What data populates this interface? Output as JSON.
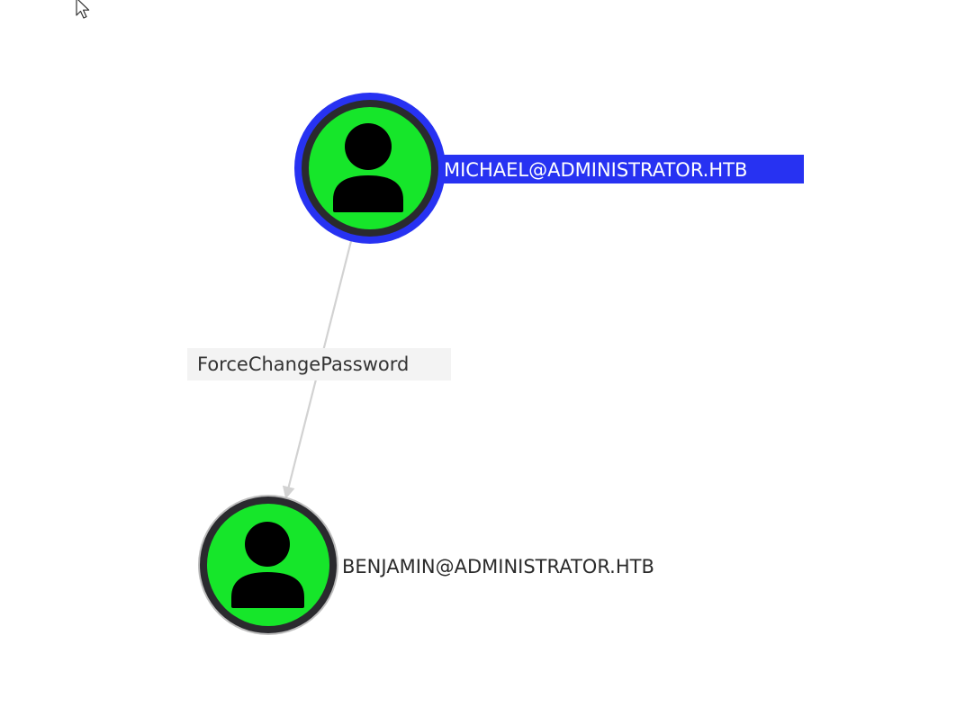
{
  "graph": {
    "nodes": [
      {
        "id": "michael",
        "label": "MICHAEL@ADMINISTRATOR.HTB",
        "type": "user",
        "selected": true,
        "icon": "user-icon"
      },
      {
        "id": "benjamin",
        "label": "BENJAMIN@ADMINISTRATOR.HTB",
        "type": "user",
        "selected": false,
        "icon": "user-icon"
      }
    ],
    "edges": [
      {
        "source": "michael",
        "target": "benjamin",
        "label": "ForceChangePassword"
      }
    ]
  },
  "colors": {
    "node_fill": "#16e62a",
    "node_border": "#2a2a2e",
    "selection_ring": "#2732f2",
    "label_highlight_bg": "#2732f2",
    "label_highlight_text": "#ffffff",
    "label_text": "#2b2b2b",
    "edge_line": "#d2d2d2",
    "edge_label_bg": "#f3f3f3",
    "edge_label_text": "#333333",
    "icon_color": "#000000"
  }
}
